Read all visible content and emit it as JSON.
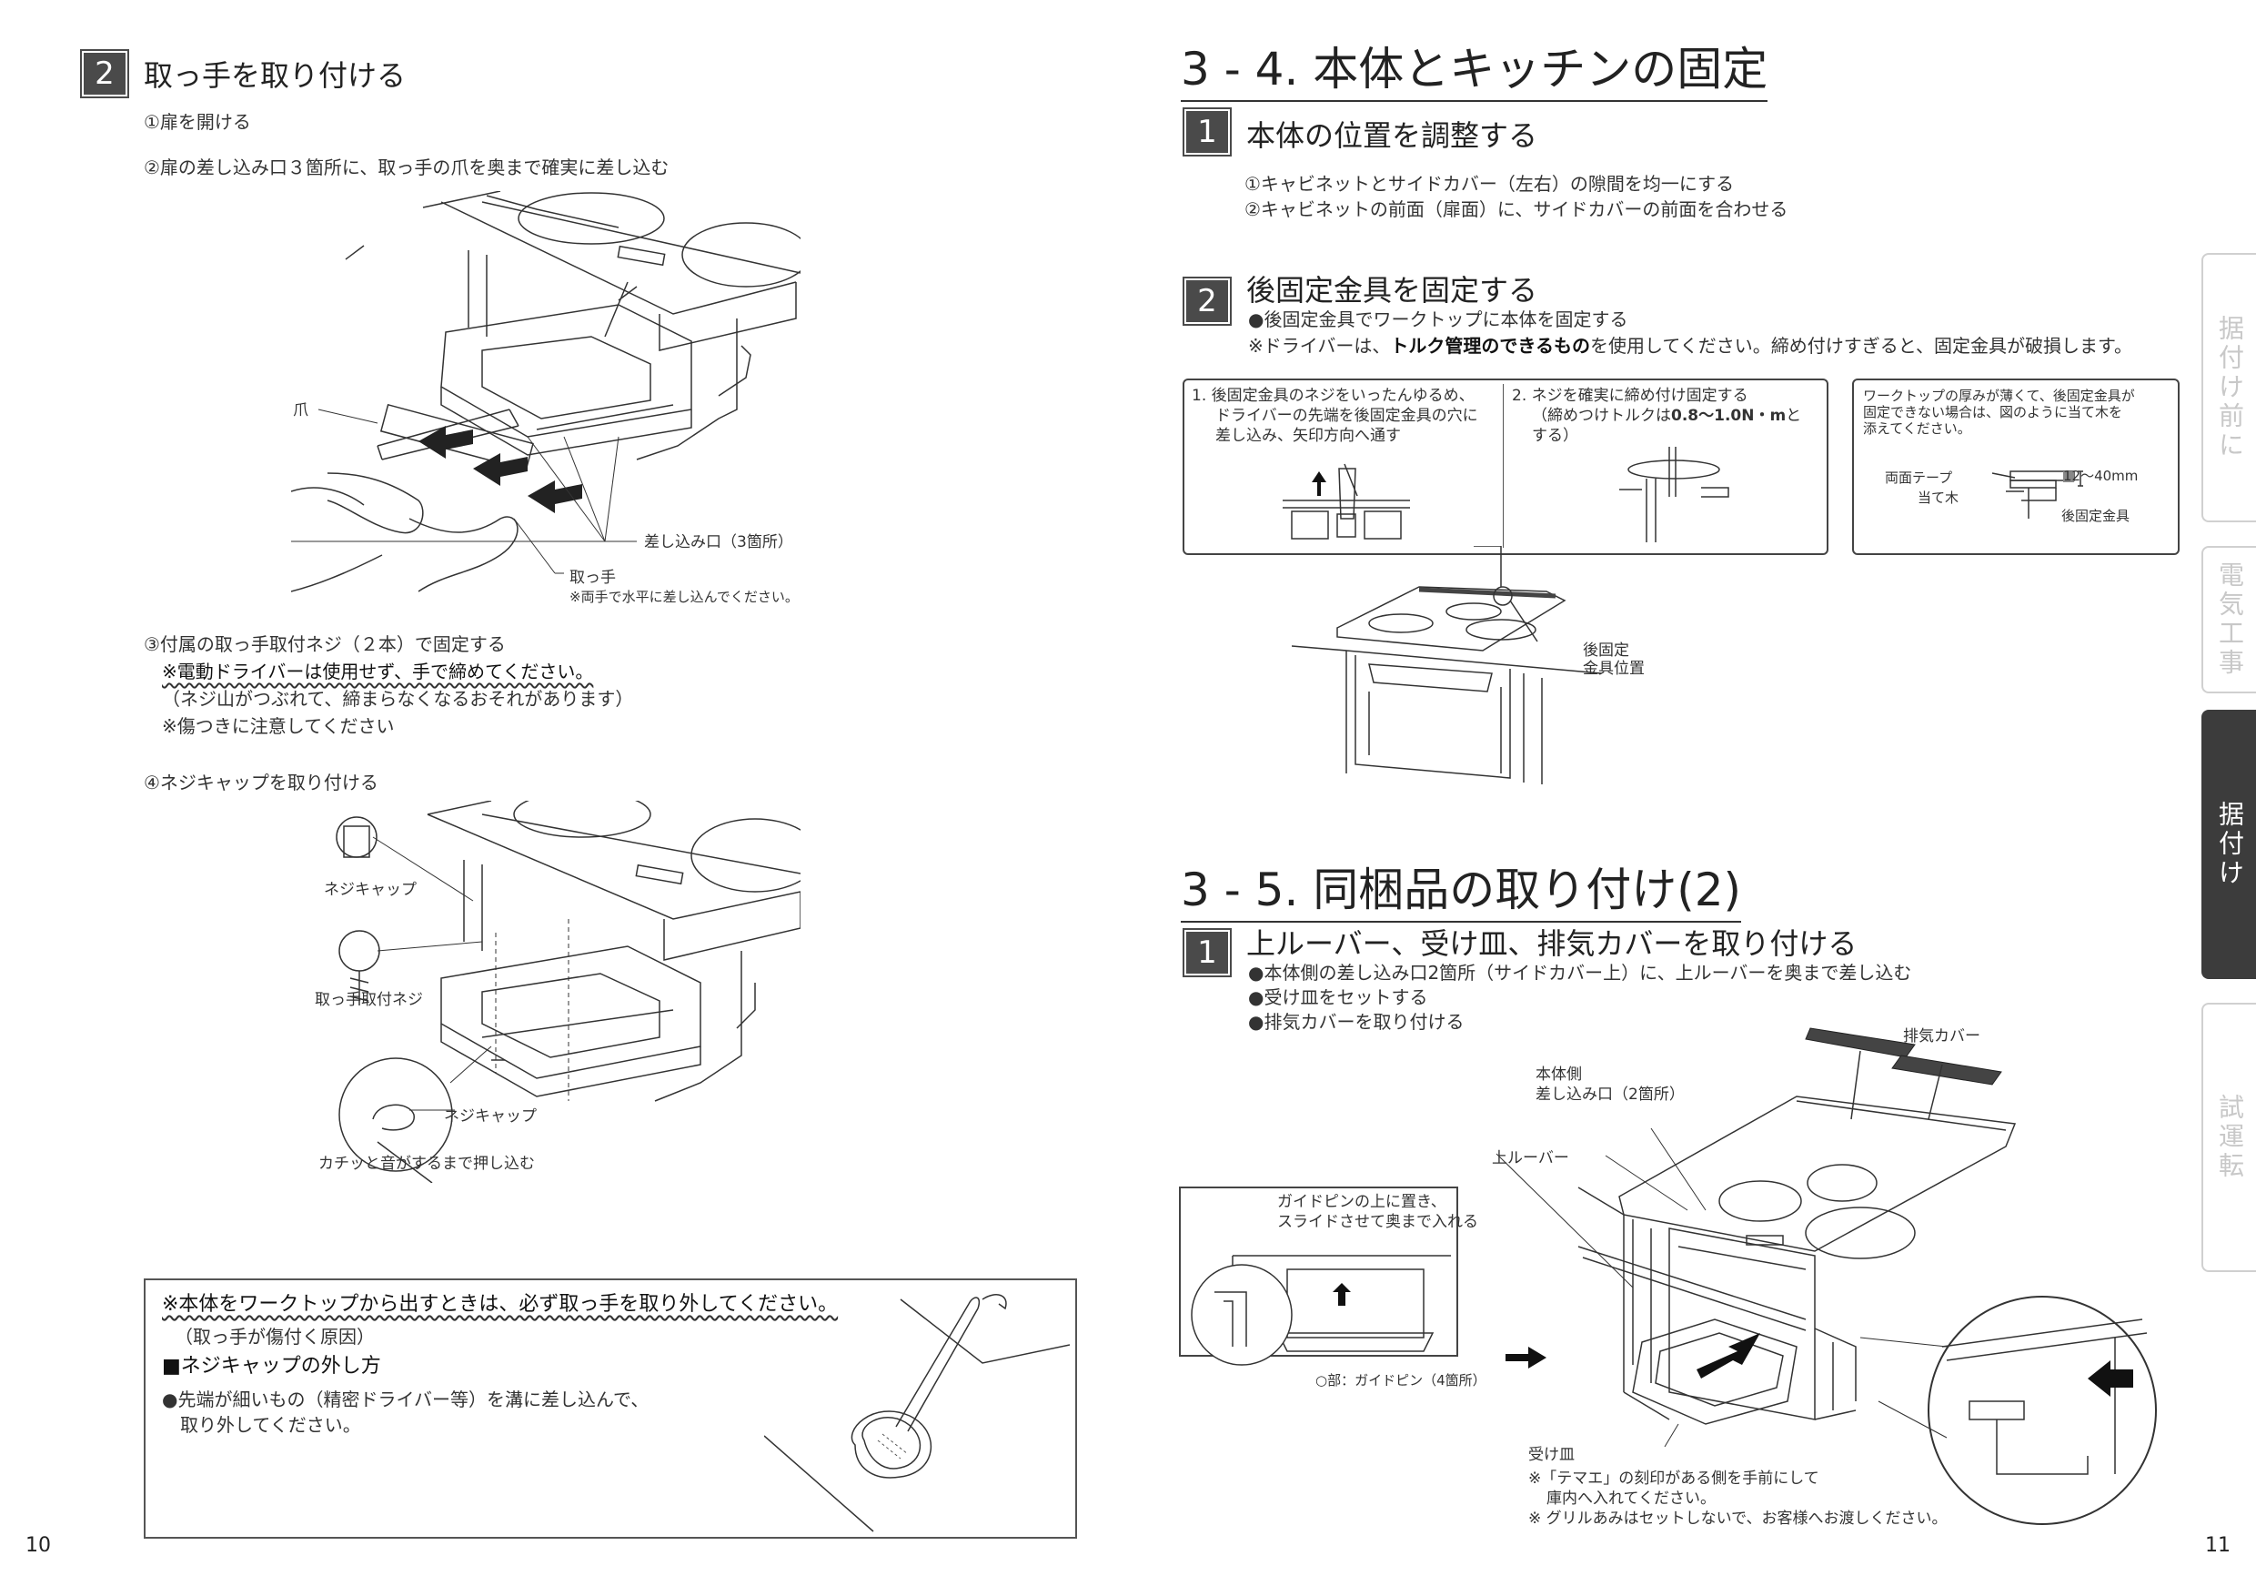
{
  "left": {
    "step2": {
      "number": "2",
      "title": "取っ手を取り付ける",
      "s1": "①扉を開ける",
      "s2": "②扉の差し込み口３箇所に、取っ手の爪を奥まで確実に差し込む",
      "fig1": {
        "label_claw": "爪",
        "label_slot": "差し込み口（3箇所）",
        "label_handle": "取っ手",
        "label_handle_note": "※両手で水平に差し込んでください。"
      },
      "s3": "③付属の取っ手取付ネジ（２本）で固定する",
      "s3_note1": "※電動ドライバーは使用せず、手で締めてください。",
      "s3_note2": "（ネジ山がつぶれて、締まらなくなるおそれがあります）",
      "s3_note3": "※傷つきに注意してください",
      "s4": "④ネジキャップを取り付ける",
      "fig2": {
        "label_cap1": "ネジキャップ",
        "label_screw": "取っ手取付ネジ",
        "label_cap2": "ネジキャップ",
        "label_push": "カチッと音がするまで押し込む"
      }
    },
    "notice": {
      "line1": "※本体をワークトップから出すときは、必ず取っ手を取り外してください。",
      "line2": "（取っ手が傷付く原因）",
      "heading": "■ネジキャップの外し方",
      "bullet1": "●先端が細いもの（精密ドライバー等）を溝に差し込んで、",
      "bullet1b": "取り外してください。"
    },
    "page_number": "10"
  },
  "right": {
    "sec34": {
      "title": "3 - 4. 本体とキッチンの固定",
      "step1": {
        "number": "1",
        "title": "本体の位置を調整する",
        "line1": "①キャビネットとサイドカバー（左右）の隙間を均一にする",
        "line2": "②キャビネットの前面（扉面）に、サイドカバーの前面を合わせる"
      },
      "step2": {
        "number": "2",
        "title": "後固定金具を固定する",
        "line1": "●後固定金具でワークトップに本体を固定する",
        "line2_a": "※ドライバーは、",
        "line2_b": "トルク管理のできるもの",
        "line2_c": "を使用してください。締め付けすぎると、固定金具が破損します。"
      },
      "box1": {
        "a1": "1. 後固定金具のネジをいったんゆるめ、",
        "a2": "ドライバーの先端を後固定金具の穴に",
        "a3": "差し込み、矢印方向へ通す",
        "b1": "2. ネジを確実に締め付け固定する",
        "b2_a": "（締めつけトルクは",
        "b2_b": "0.8〜1.0N・m",
        "b2_c": "と",
        "b3": "する）"
      },
      "box2": {
        "t1": "ワークトップの厚みが薄くて、後固定金具が",
        "t2": "固定できない場合は、図のように当て木を",
        "t3": "添えてください。",
        "label_tape": "両面テープ",
        "label_wood": "当て木",
        "label_mm": "12〜40mm",
        "label_bracket": "後固定金具"
      },
      "fig_label1": "後固定",
      "fig_label2": "金具位置"
    },
    "sec35": {
      "title": "3 - 5. 同梱品の取り付け(2)",
      "step1": {
        "number": "1",
        "title": "上ルーバー、受け皿、排気カバーを取り付ける",
        "b1": "●本体側の差し込み口2箇所（サイドカバー上）に、上ルーバーを奥まで差し込む",
        "b2": "●受け皿をセットする",
        "b3": "●排気カバーを取り付ける"
      },
      "fig": {
        "exhaust_cover": "排気カバー",
        "slot1": "本体側",
        "slot2": "差し込み口（2箇所）",
        "louver": "上ルーバー",
        "guide1": "ガイドピンの上に置き、",
        "guide2": "スライドさせて奥まで入れる",
        "guide_pin": "○部：ガイドピン（4箇所）",
        "tray": "受け皿",
        "tray_note1": "※「テマエ」の刻印がある側を手前にして",
        "tray_note2": "庫内へ入れてください。",
        "tray_note3": "※ グリルあみはセットしないで、お客様へお渡しください。"
      }
    },
    "tabs": [
      "据付け前に",
      "電気工事",
      "据付け",
      "試運転"
    ],
    "active_tab": "据付け",
    "page_number": "11"
  }
}
